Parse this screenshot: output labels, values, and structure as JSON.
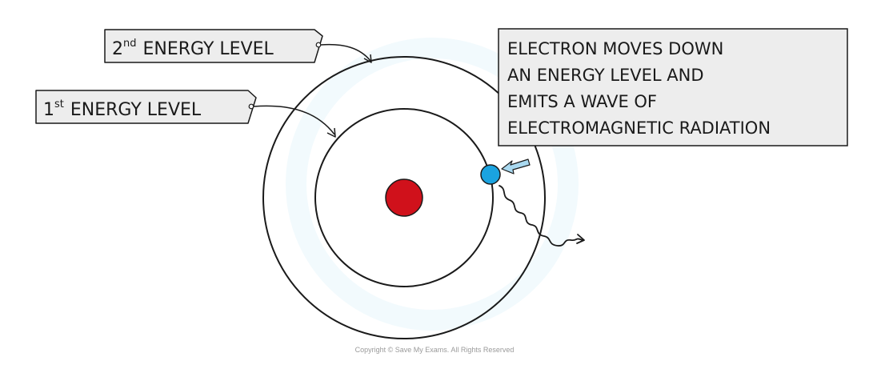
{
  "labels": {
    "level2": {
      "number": "2",
      "suffix": "nd",
      "text": "ENERGY LEVEL"
    },
    "level1": {
      "number": "1",
      "suffix": "st",
      "text": "ENERGY LEVEL"
    }
  },
  "info_box": {
    "lines": [
      "ELECTRON MOVES DOWN",
      "AN ENERGY LEVEL AND",
      "EMITS A WAVE OF",
      "ELECTROMAGNETIC RADIATION"
    ]
  },
  "copyright": "Copyright © Save My Exams. All Rights Reserved",
  "colors": {
    "nucleus": "#d0111b",
    "electron": "#1aa3e0",
    "box_fill": "#ededed",
    "arrow_fill": "#a9d9f0",
    "stroke": "#1a1a1a"
  }
}
